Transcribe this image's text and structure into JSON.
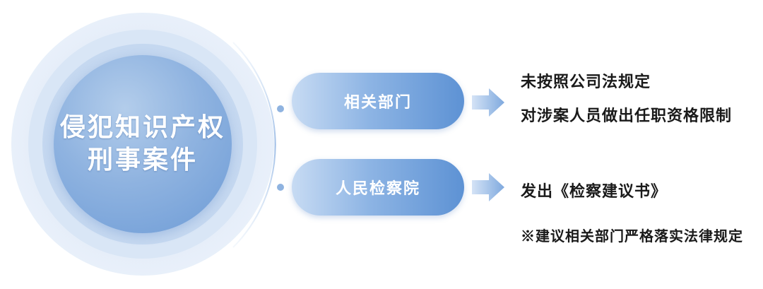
{
  "center": {
    "line1": "侵犯知识产权",
    "line2": "刑事案件"
  },
  "branches": [
    {
      "label": "相关部门",
      "result_lines": [
        "未按照公司法规定",
        "对涉案人员做出任职资格限制"
      ]
    },
    {
      "label": "人民检察院",
      "result_lines": [
        "发出《检察建议书》"
      ]
    }
  ],
  "note": "※建议相关部门严格落实法律规定",
  "colors": {
    "accent": "#6d9bd6",
    "arrow": "#8fb3e0",
    "text": "#1a1a1a"
  }
}
